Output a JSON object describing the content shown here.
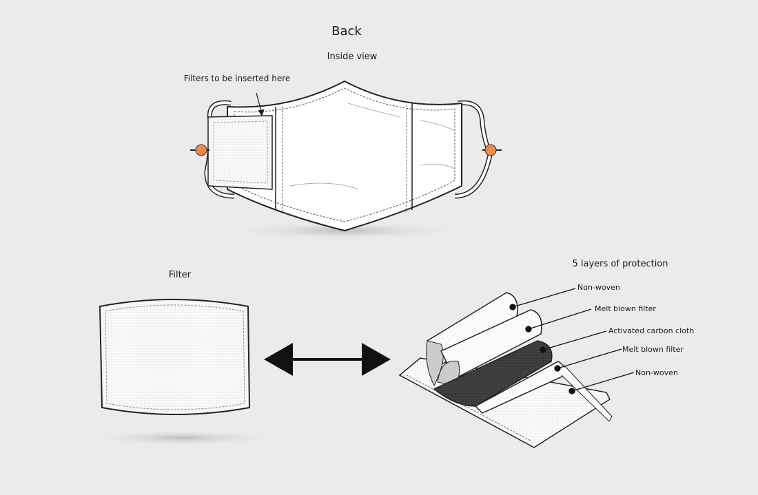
{
  "title": "Back",
  "inside_view": {
    "subtitle": "Inside view",
    "callout": "Filters to be inserted here"
  },
  "filter": {
    "label": "Filter"
  },
  "layers": {
    "title": "5 layers of protection",
    "items": [
      {
        "label": "Non-woven"
      },
      {
        "label": "Melt blown filter"
      },
      {
        "label": "Activated carbon cloth"
      },
      {
        "label": "Melt blown filter"
      },
      {
        "label": "Non-woven"
      }
    ]
  },
  "colors": {
    "background": "#ebebeb",
    "toggle": "#f08a4b",
    "carbon": "#3a3a3a",
    "ink": "#1a1a1a"
  }
}
